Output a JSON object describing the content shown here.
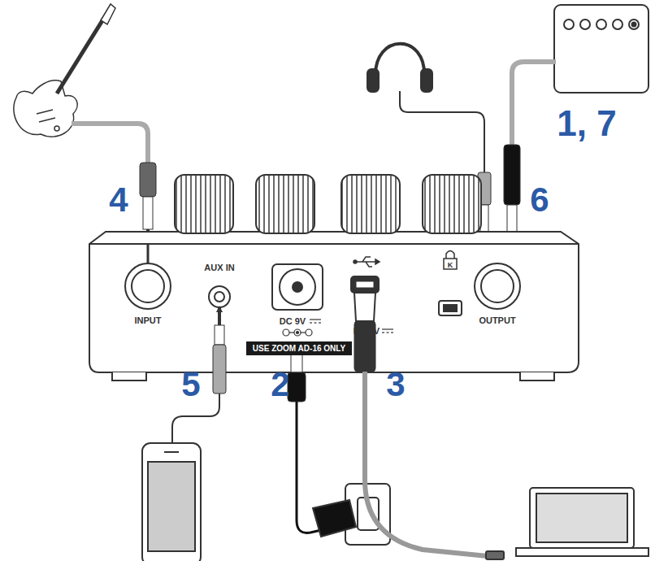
{
  "diagram": {
    "nodes": [
      {
        "text": [
          "USE ZOOM AD-16 ONLY"
        ]
      }
    ],
    "labels": [
      "INPUT",
      "AUX IN",
      "DC 9V",
      "DC 5V",
      "OUTPUT",
      "4",
      "5",
      "2",
      "3",
      "6",
      "1, 7"
    ]
  }
}
